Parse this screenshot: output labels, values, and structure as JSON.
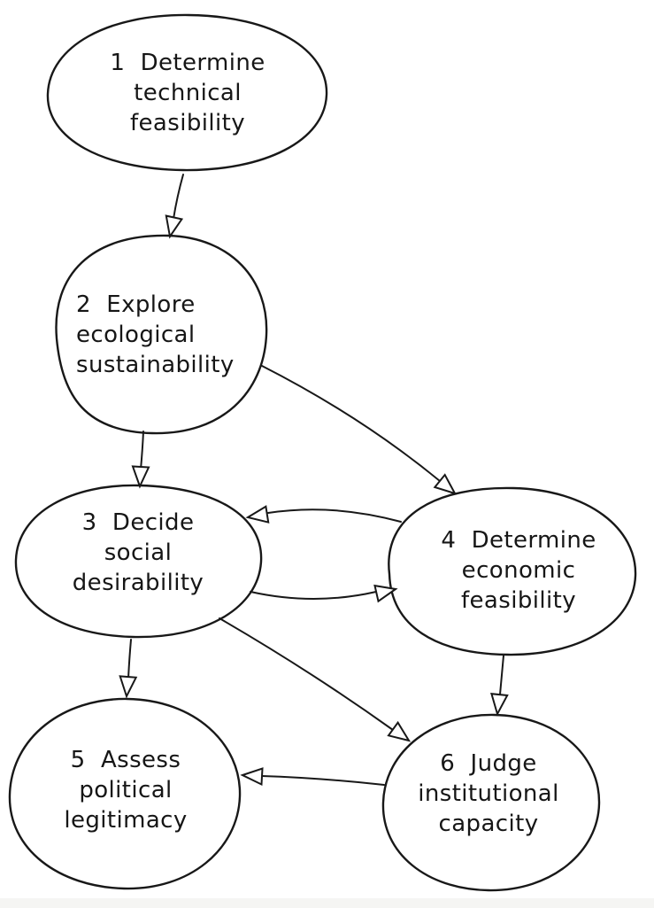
{
  "diagram": {
    "type": "flowchart",
    "style": "hand-drawn",
    "colors": {
      "stroke": "#181818",
      "node_fill": "#ffffff",
      "background": "#ffffff"
    },
    "nodes": [
      {
        "id": 1,
        "label": "1  Determine\ntechnical\nfeasibility"
      },
      {
        "id": 2,
        "label": "2  Explore\necological\nsustainability"
      },
      {
        "id": 3,
        "label": "3  Decide\nsocial\ndesirability"
      },
      {
        "id": 4,
        "label": "4  Determine\neconomic\nfeasibility"
      },
      {
        "id": 5,
        "label": "5  Assess\npolitical\nlegitimacy"
      },
      {
        "id": 6,
        "label": "6  Judge\ninstitutional\ncapacity"
      }
    ],
    "edges": [
      {
        "from": 1,
        "to": 2
      },
      {
        "from": 2,
        "to": 3
      },
      {
        "from": 2,
        "to": 4
      },
      {
        "from": 4,
        "to": 3
      },
      {
        "from": 3,
        "to": 4
      },
      {
        "from": 3,
        "to": 5
      },
      {
        "from": 3,
        "to": 6
      },
      {
        "from": 4,
        "to": 6
      },
      {
        "from": 6,
        "to": 5
      }
    ]
  }
}
